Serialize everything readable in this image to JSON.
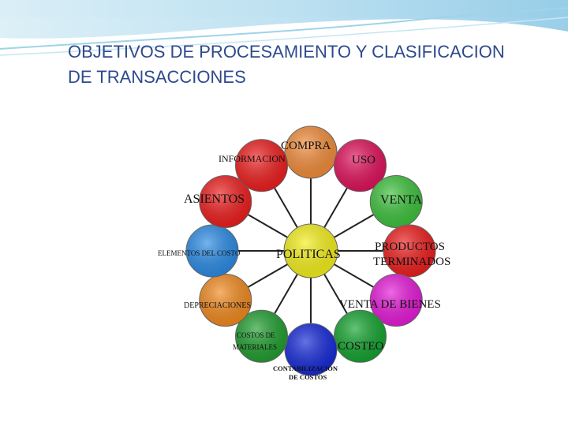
{
  "slide": {
    "title_line1": "OBJETIVOS DE PROCESAMIENTO Y CLASIFICACION",
    "title_line2": "DE TRANSACCIONES"
  },
  "diagram": {
    "center": {
      "label": "POLITICAS",
      "color": "#f5f01a"
    },
    "nodes": [
      {
        "id": "compra",
        "label": "COMPRA",
        "color": "#f28c3a"
      },
      {
        "id": "uso",
        "label": "USO",
        "color": "#e0105a"
      },
      {
        "id": "venta",
        "label": "VENTA",
        "color": "#3cc23c"
      },
      {
        "id": "productos-terminados",
        "label_line1": "PRODUCTOS",
        "label_line2": "TERMINADOS",
        "color": "#ee1c1c"
      },
      {
        "id": "venta-de-bienes",
        "label": "VENTA DE BIENES",
        "color": "#e619d8"
      },
      {
        "id": "costeo",
        "label": "COSTEO",
        "color": "#13a32e"
      },
      {
        "id": "contabilizacion-de-costos",
        "label_line1": "CONTABILIZACION",
        "label_line2": "DE COSTOS",
        "color": "#1428d8"
      },
      {
        "id": "costos-de-materiales",
        "label_line1": "COSTOS DE",
        "label_line2": "MATERIALES",
        "color": "#1f9e2e"
      },
      {
        "id": "depreciaciones",
        "label": "DEPRECIACIONES",
        "color": "#f28a1e"
      },
      {
        "id": "elementos-del-costo",
        "label": "ELEMENTOS DEL COSTO",
        "color": "#2a8be6"
      },
      {
        "id": "asientos",
        "label": "ASIENTOS",
        "color": "#ee1c1c"
      },
      {
        "id": "informacion",
        "label": "INFORMACION",
        "color": "#ee1c1c"
      }
    ]
  }
}
